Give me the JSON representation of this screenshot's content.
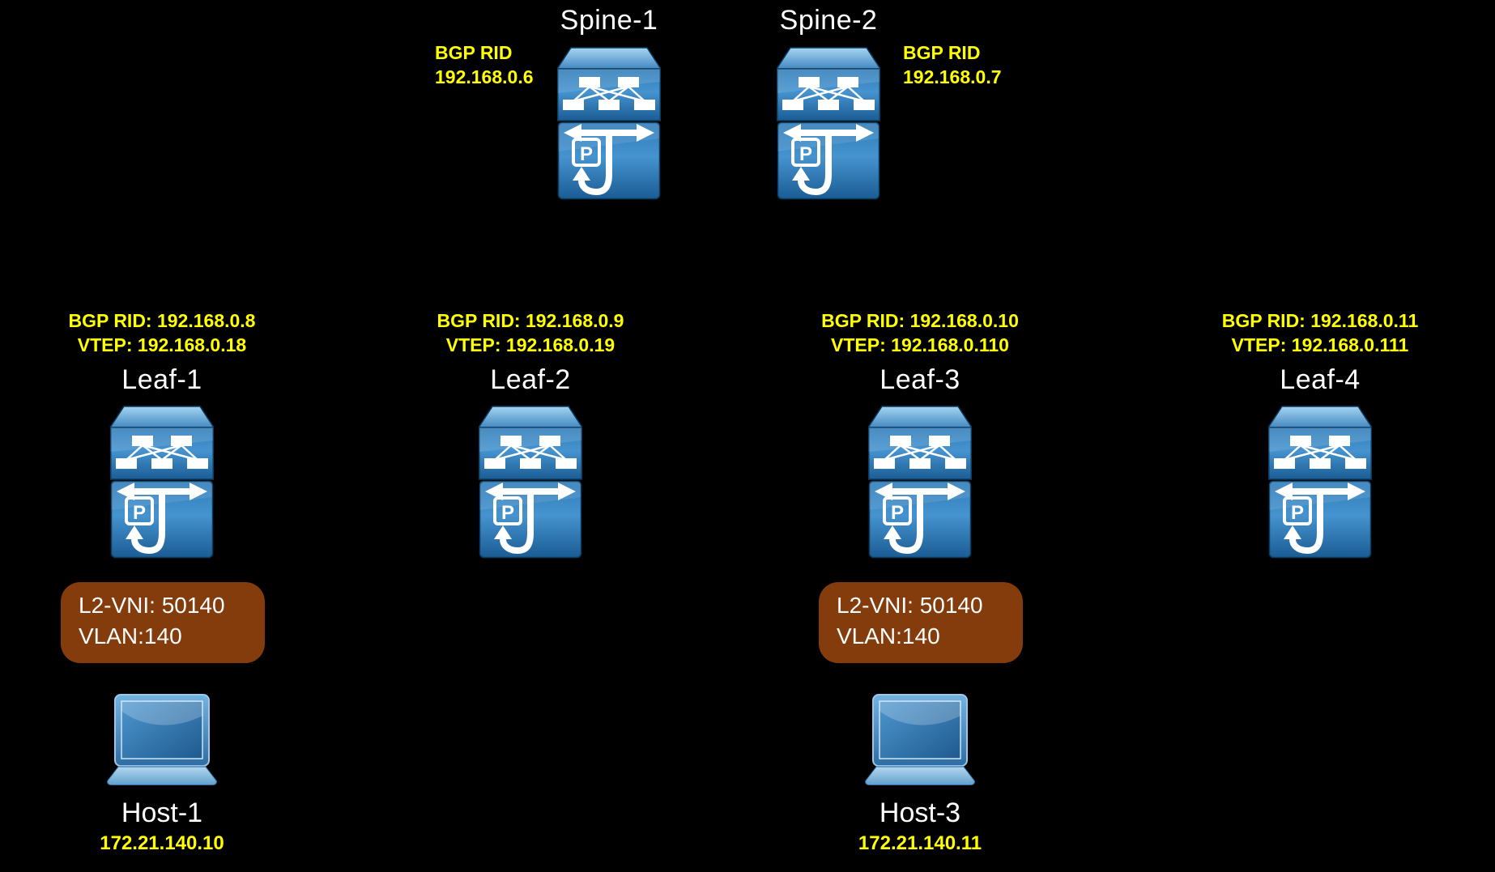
{
  "diagram": {
    "title": "",
    "spines": [
      {
        "name": "Spine-1",
        "rid_label": "BGP RID",
        "rid_value": "192.168.0.6"
      },
      {
        "name": "Spine-2",
        "rid_label": "BGP RID",
        "rid_value": "192.168.0.7"
      }
    ],
    "leaves": [
      {
        "name": "Leaf-1",
        "bgp_rid": "BGP RID: 192.168.0.8",
        "vtep": "VTEP: 192.168.0.18"
      },
      {
        "name": "Leaf-2",
        "bgp_rid": "BGP RID: 192.168.0.9",
        "vtep": "VTEP: 192.168.0.19"
      },
      {
        "name": "Leaf-3",
        "bgp_rid": "BGP RID: 192.168.0.10",
        "vtep": "VTEP: 192.168.0.110"
      },
      {
        "name": "Leaf-4",
        "bgp_rid": "BGP RID: 192.168.0.11",
        "vtep": "VTEP: 192.168.0.111"
      }
    ],
    "vni_boxes": [
      {
        "attached_to": "Leaf-1",
        "line1": "L2-VNI: 50140",
        "line2": "VLAN:140"
      },
      {
        "attached_to": "Leaf-3",
        "line1": "L2-VNI: 50140",
        "line2": "VLAN:140"
      }
    ],
    "hosts": [
      {
        "name": "Host-1",
        "ip": "172.21.140.10",
        "attached_to": "Leaf-1"
      },
      {
        "name": "Host-3",
        "ip": "172.21.140.11",
        "attached_to": "Leaf-3"
      }
    ],
    "icons": {
      "switch": "nexus-switch-icon",
      "host": "laptop-icon"
    },
    "colors": {
      "background": "#000000",
      "label_yellow": "#FFFF00",
      "device_name_white": "#FFFFFF",
      "vni_box_brown": "#843C0C",
      "switch_blue": "#3F8FCB",
      "laptop_blue": "#5EA7DB"
    }
  }
}
